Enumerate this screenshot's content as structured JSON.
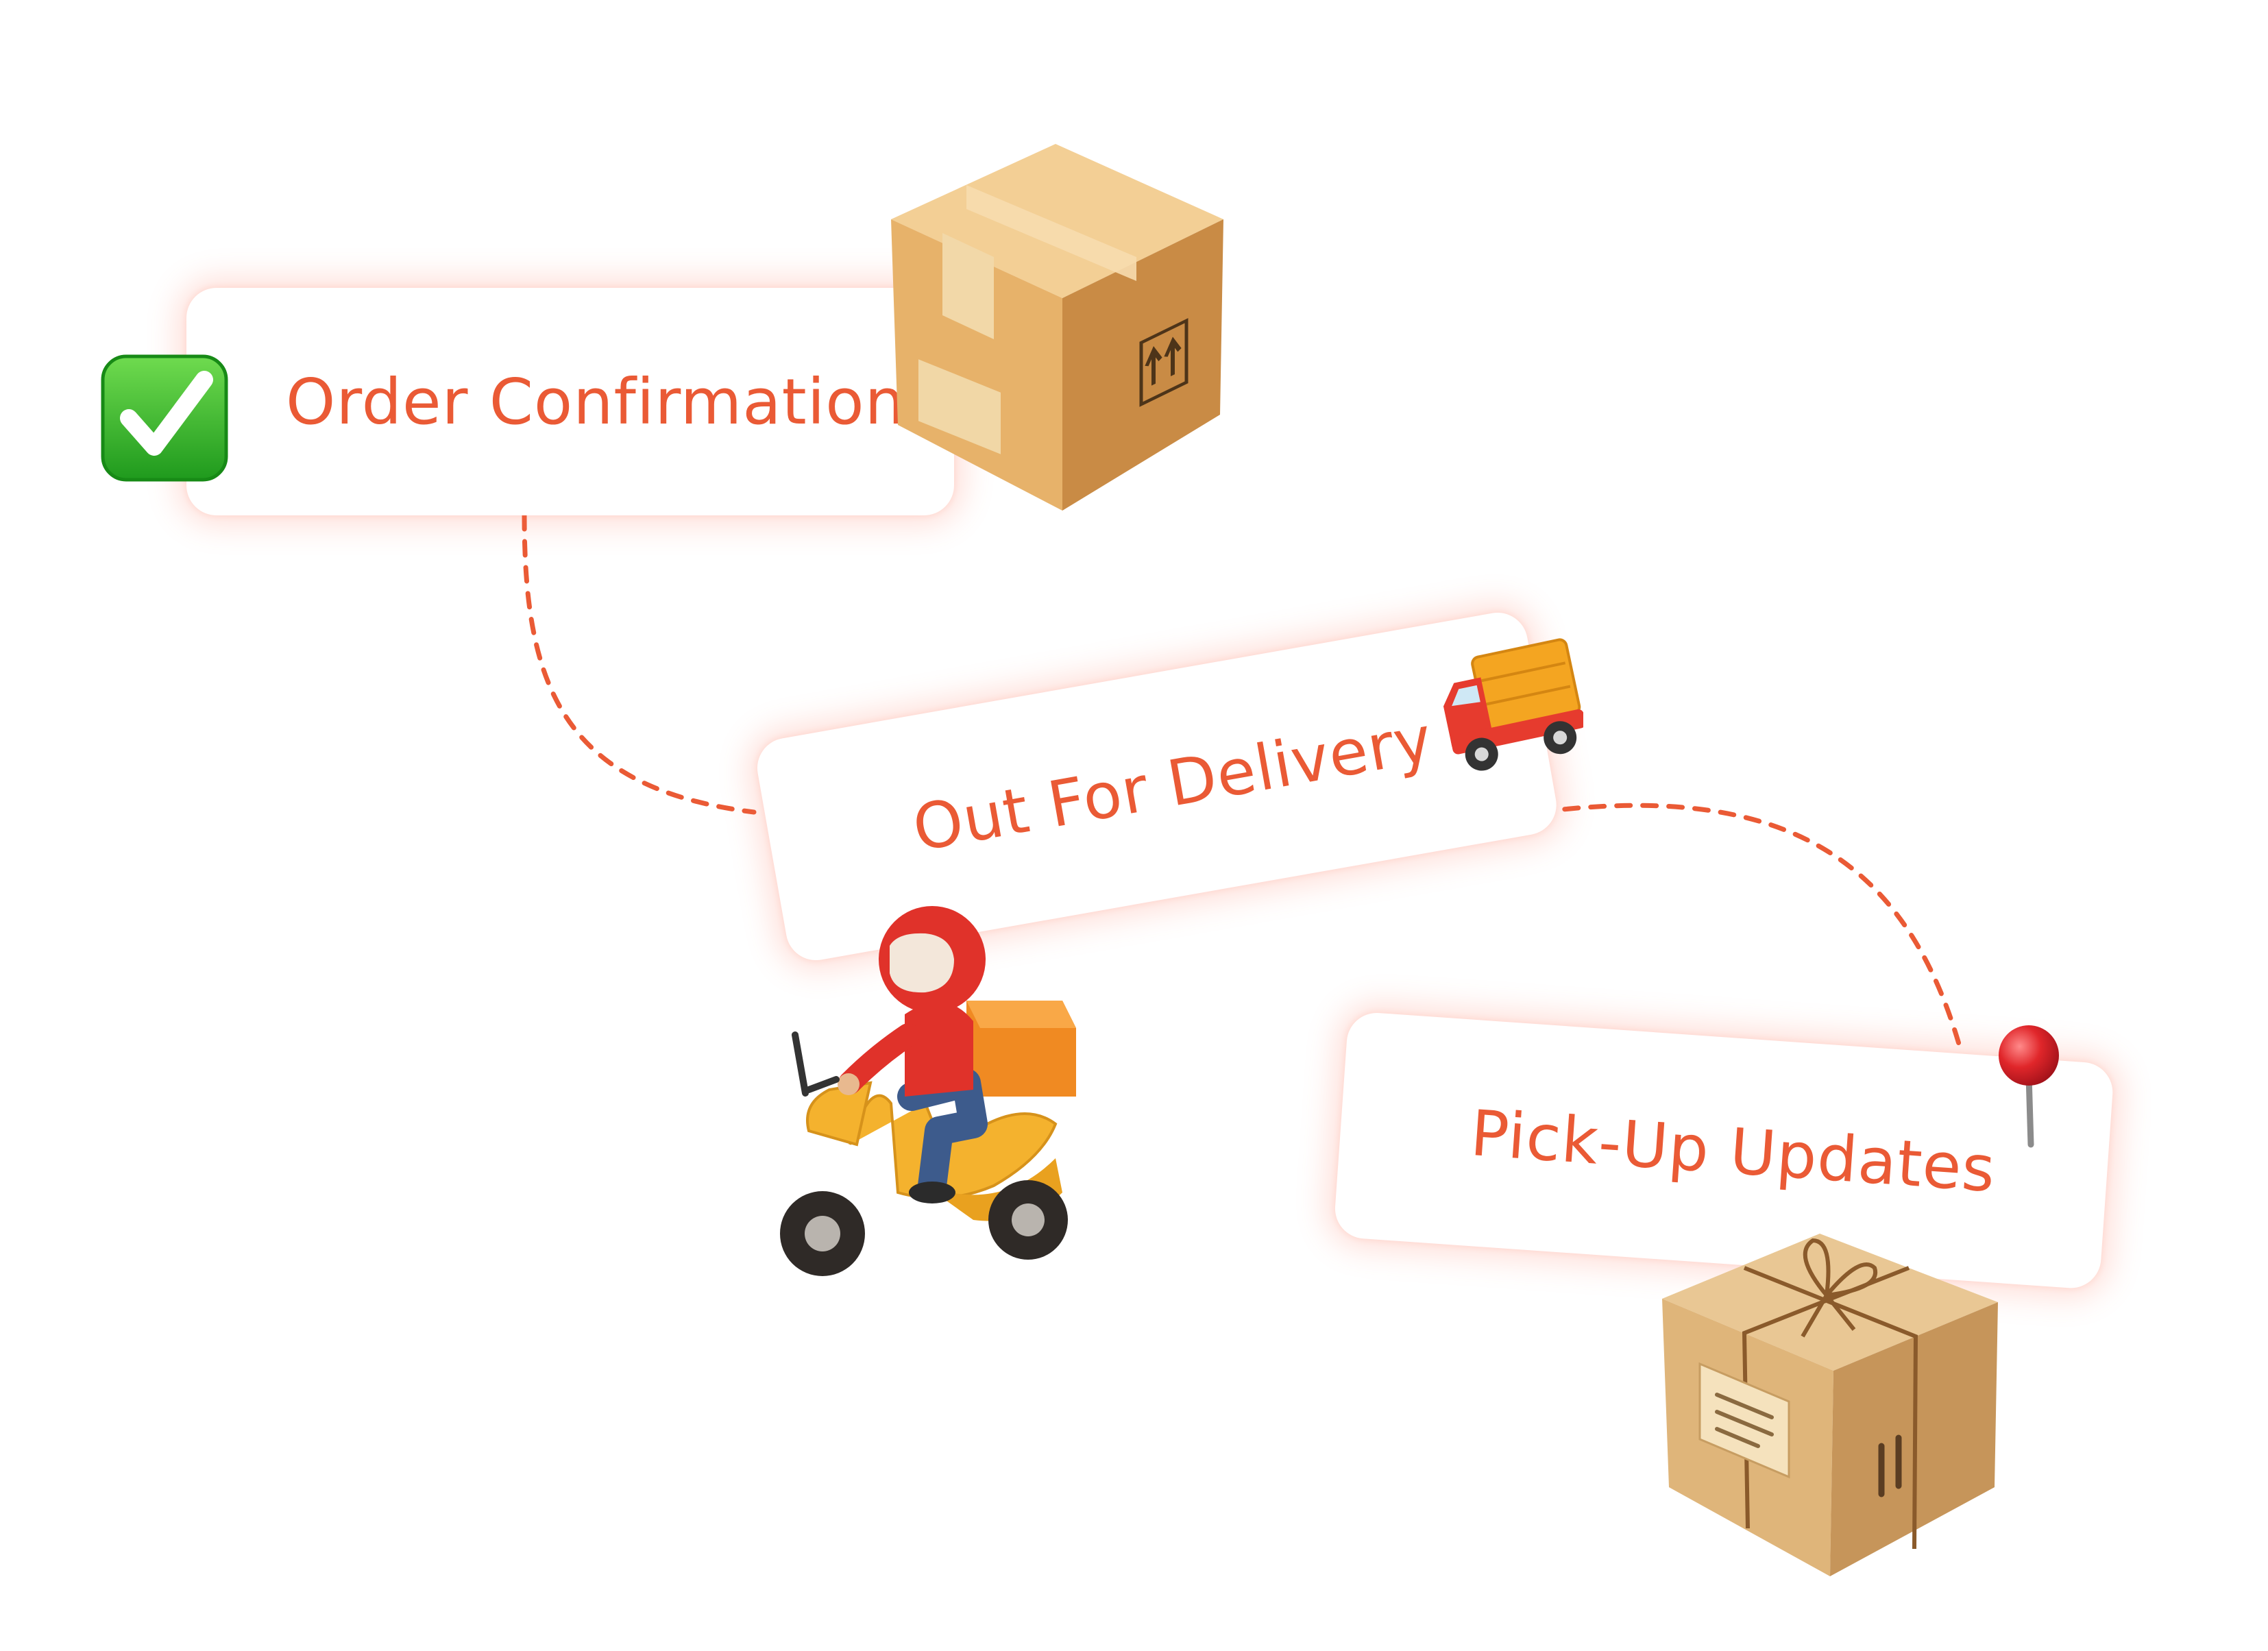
{
  "steps": [
    {
      "label": "Order Confirmation"
    },
    {
      "label": "Out For Delivery"
    },
    {
      "label": "Pick-Up Updates"
    }
  ],
  "icons": {
    "order": [
      "check-mark-icon",
      "cardboard-box-icon"
    ],
    "delivery": [
      "delivery-truck-icon",
      "scooter-courier-icon"
    ],
    "pickup": [
      "map-pin-icon",
      "tied-parcel-icon"
    ]
  },
  "colors": {
    "accent": "#ea5a35",
    "connector": "#ea5a35",
    "check_green": "#2fb52c",
    "box_tan": "#d9a766"
  }
}
